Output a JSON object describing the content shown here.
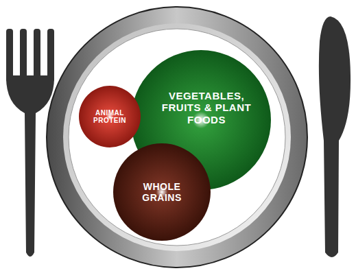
{
  "diagram": {
    "nodes": [
      {
        "text": [
          "ANIMAL PROTEIN"
        ]
      },
      {
        "text": [
          "VEGETABLES, FRUITS & PLANT FOODS"
        ]
      },
      {
        "text": [
          "WHOLE GRAINS"
        ]
      }
    ]
  }
}
